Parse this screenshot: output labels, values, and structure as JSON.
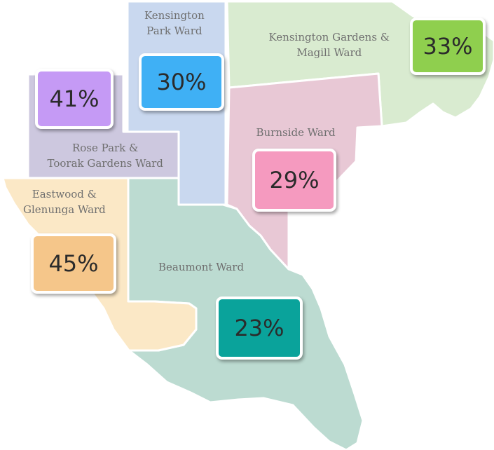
{
  "wards": [
    {
      "id": "kensington-park",
      "label_lines": [
        "Kensington",
        "Park Ward"
      ],
      "percent": "30%",
      "fill": "#c9d8ef",
      "box_color": "#3fb0f5"
    },
    {
      "id": "kensington-gardens-magill",
      "label_lines": [
        "Kensington Gardens &",
        "Magill Ward"
      ],
      "percent": "33%",
      "fill": "#d9ebd0",
      "box_color": "#8fcf4e"
    },
    {
      "id": "rose-park-toorak-gardens",
      "label_lines": [
        "Rose Park &",
        "Toorak Gardens Ward"
      ],
      "percent": "41%",
      "fill": "#cdc8df",
      "box_color": "#c59af5"
    },
    {
      "id": "burnside",
      "label_lines": [
        "Burnside Ward"
      ],
      "percent": "29%",
      "fill": "#e8c8d5",
      "box_color": "#f59abf"
    },
    {
      "id": "eastwood-glenunga",
      "label_lines": [
        "Eastwood &",
        "Glenunga Ward"
      ],
      "percent": "45%",
      "fill": "#fbe8c6",
      "box_color": "#f5c68a"
    },
    {
      "id": "beaumont",
      "label_lines": [
        "Beaumont Ward"
      ],
      "percent": "23%",
      "fill": "#bcdbd1",
      "box_color": "#0aa39b"
    }
  ]
}
